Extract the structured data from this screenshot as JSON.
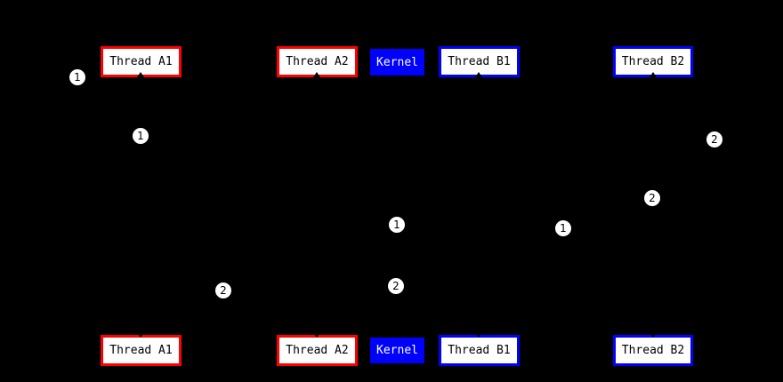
{
  "diagram": {
    "description_nodes": {
      "thread_a1": {
        "label": "Thread A1"
      },
      "thread_a2": {
        "label": "Thread A2"
      },
      "kernel": {
        "label": "Kernel"
      },
      "thread_b1": {
        "label": "Thread B1"
      },
      "thread_b2": {
        "label": "Thread B2"
      }
    },
    "edge_labels": {
      "a1_upper_left": "1",
      "a1_below": "1",
      "kernel_mid": "1",
      "b1_mid": "1",
      "a1_lower_right": "2",
      "kernel_lower": "2",
      "b2_lower": "2",
      "b2_upper_right": "2"
    },
    "colors": {
      "background": "#000000",
      "thread_a_border": "#ff0000",
      "thread_b_border": "#0000ff",
      "kernel_fill": "#0000ff",
      "node_fill": "#ffffff",
      "node_text": "#000000",
      "kernel_text": "#ffffff",
      "badge_fill": "#ffffff",
      "badge_text": "#000000"
    }
  }
}
